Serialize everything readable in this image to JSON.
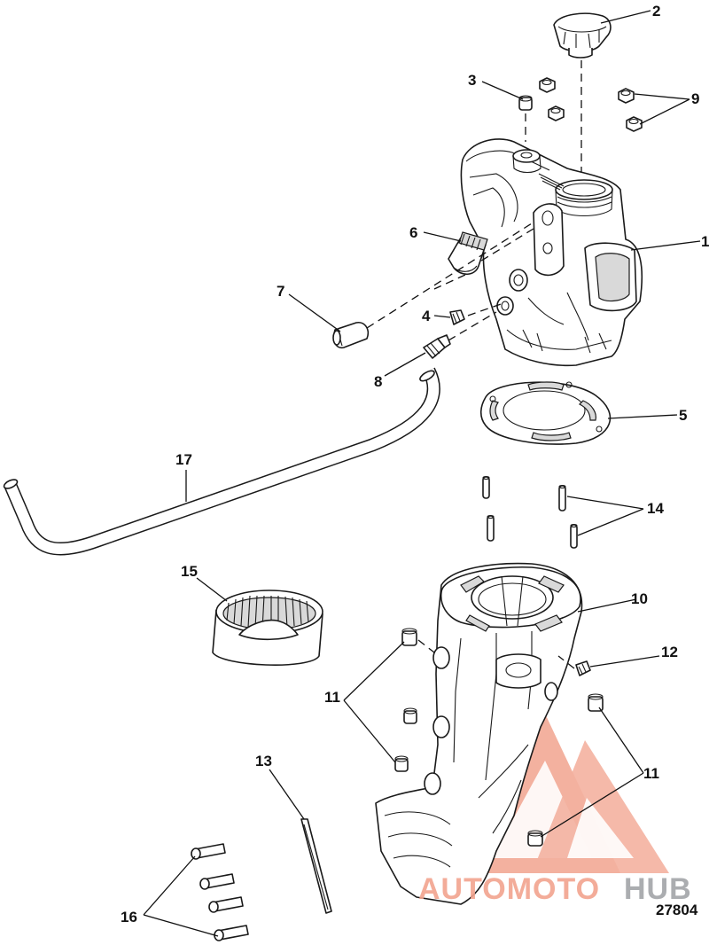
{
  "figure_number": "27804",
  "watermark": {
    "text_part1": "AUTOMOTO",
    "text_part2": "HUB",
    "color_primary": "#f2a48f",
    "color_secondary": "#a7a9ac"
  },
  "callouts": [
    "1",
    "2",
    "3",
    "4",
    "5",
    "6",
    "7",
    "8",
    "9",
    "10",
    "11",
    "11",
    "12",
    "13",
    "14",
    "15",
    "16",
    "17"
  ],
  "parts": [
    "oil-reservoir",
    "filler-cap",
    "nut",
    "fitting",
    "gasket",
    "fitting-elbow",
    "vent-fitting",
    "hose-elbow",
    "nuts",
    "driveshaft-housing",
    "bushings",
    "plug",
    "seal-strip",
    "dowel-pins",
    "retainer-band",
    "screws",
    "hose"
  ]
}
